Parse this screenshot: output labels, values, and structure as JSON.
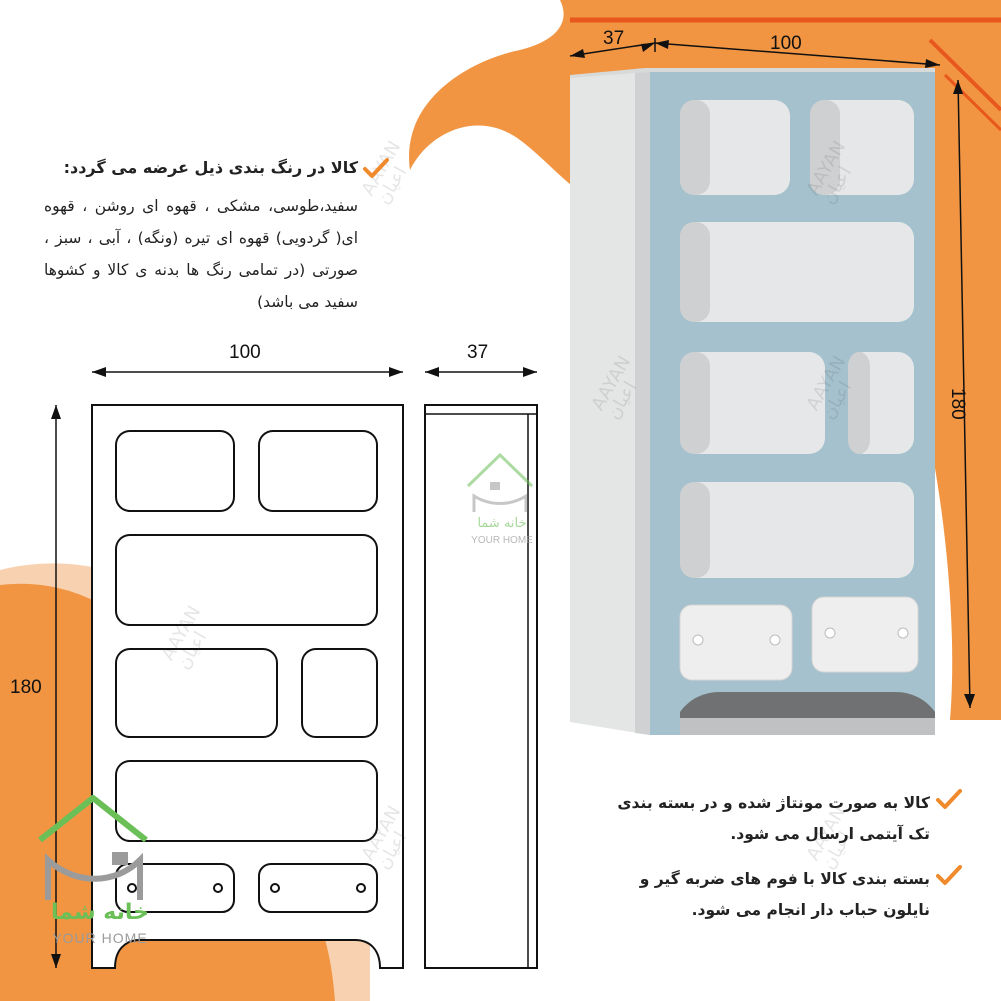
{
  "colors": {
    "orange": "#f19543",
    "orange_dark": "#e8571c",
    "peach": "#f8d2b0",
    "cabinet_front": "#a5c1cd",
    "cabinet_side": "#e4e5e5",
    "checkmark": "#f08a2c",
    "logo_green": "#6bbf57",
    "logo_gray": "#9b9b9b"
  },
  "color_info": {
    "title": "کالا در رنگ بندی ذیل عرضه می گردد:",
    "body": "سفید،طوسی، مشکی ، قهوه ای روشن ، قهوه ای( گردویی) قهوه ای تیره (ونگه) ، آبی ، سبز ، صورتی (در تمامی رنگ ها بدنه ی کالا و کشوها سفید می باشد)"
  },
  "notes": [
    {
      "text": "کالا به صورت مونتاژ شده و در بسته بندی تک آیتمی ارسال می شود."
    },
    {
      "text": "بسته بندی کالا با فوم های ضربه گیر و نایلون حباب دار انجام می شود."
    }
  ],
  "dimensions": {
    "front_width": "100",
    "side_depth": "37",
    "height": "180",
    "top_depth": "37",
    "top_width": "100",
    "right_height": "180"
  },
  "watermark": {
    "latin": "AAYAN",
    "persian": "اعیان"
  },
  "logo": {
    "name": "خانه شما",
    "tagline": "YOUR HOME",
    "icon": "house-logo-icon"
  }
}
